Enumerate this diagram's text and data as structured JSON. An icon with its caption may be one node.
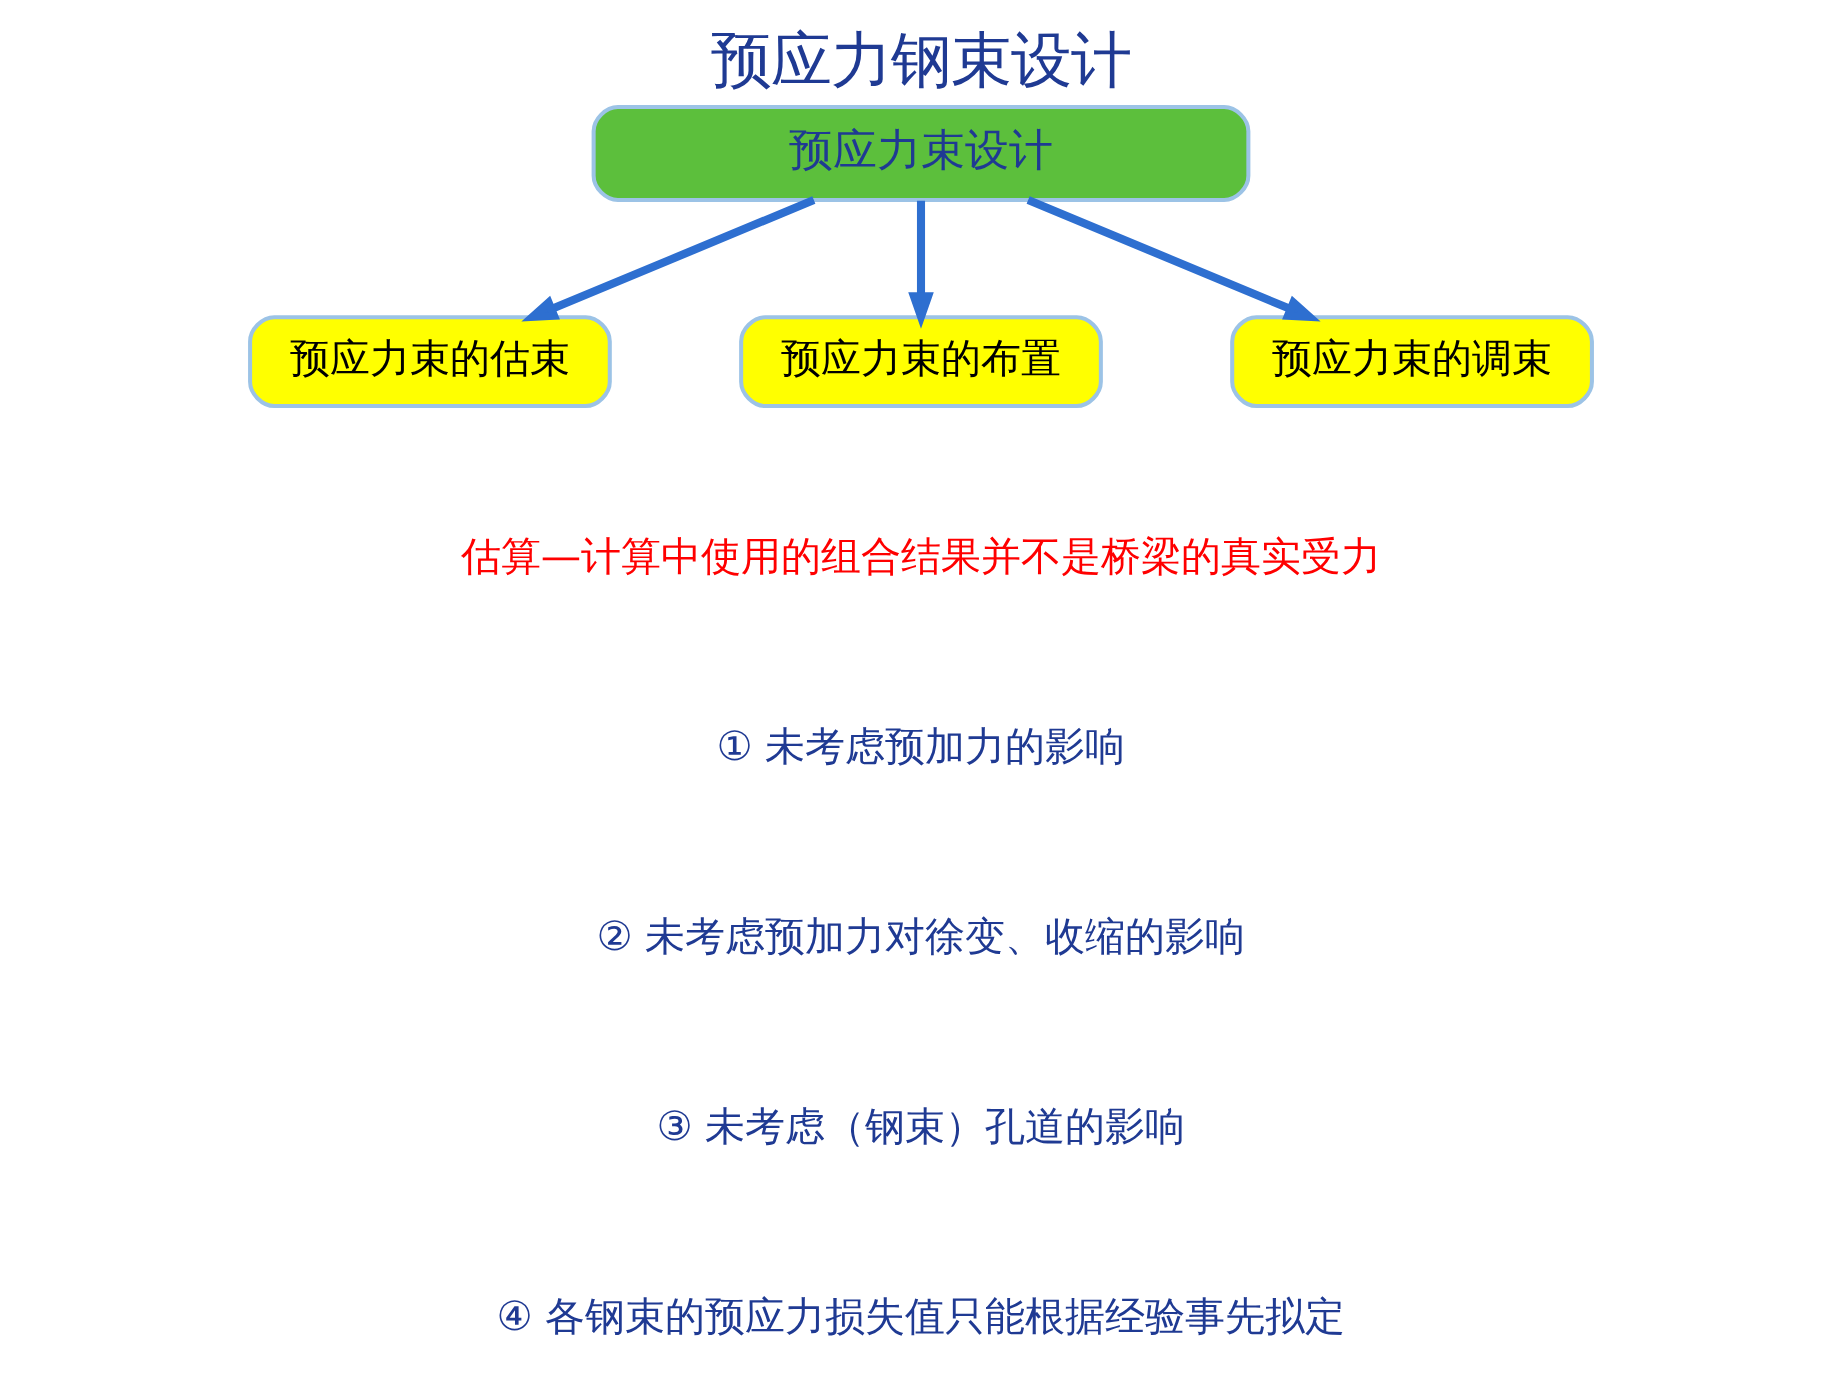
{
  "diagram": {
    "title": "预应力钢束设计",
    "nodes": [
      {
        "text": [
          "预应力束设计"
        ]
      },
      {
        "text": [
          "预应力束的估束"
        ]
      },
      {
        "text": [
          "预应力束的布置"
        ]
      },
      {
        "text": [
          "预应力束的调束"
        ]
      }
    ],
    "edges": [
      {
        "from": 0,
        "to": 1,
        "arrow": "to"
      },
      {
        "from": 0,
        "to": 2,
        "arrow": "to"
      },
      {
        "from": 0,
        "to": 3,
        "arrow": "to"
      }
    ],
    "labels": [
      "估算—计算中使用的组合结果并不是桥梁的真实受力",
      "① 未考虑预加力的影响",
      "② 未考虑预加力对徐变、收缩的影响",
      "③ 未考虑（钢束）孔道的影响",
      "④ 各钢束的预应力损失值只能根据经验事先拟定"
    ]
  }
}
